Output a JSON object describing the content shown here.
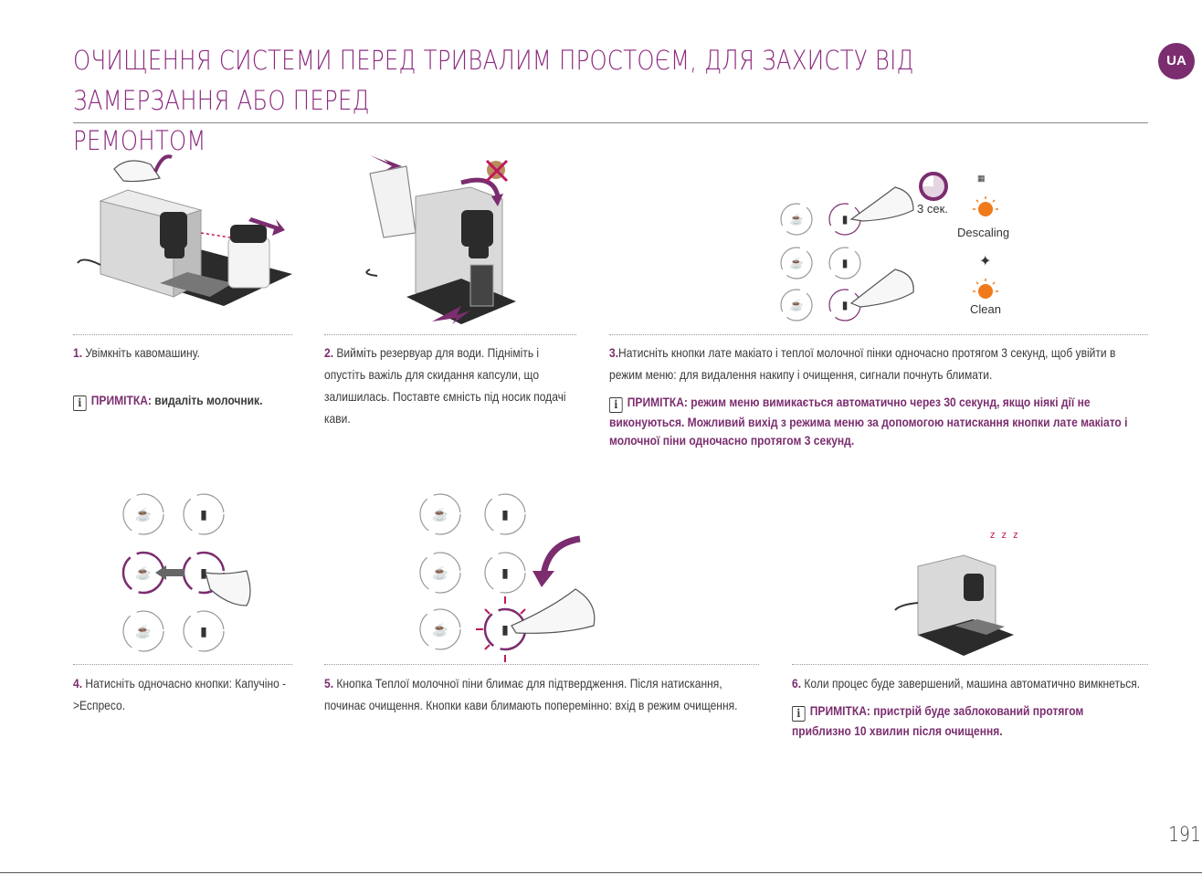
{
  "header": {
    "title_line1": "ОЧИЩЕННЯ СИСТЕМИ ПЕРЕД ТРИВАЛИМ ПРОСТОЄМ, ДЛЯ ЗАХИСТУ ВІД ЗАМЕРЗАННЯ АБО ПЕРЕД",
    "title_line2": "РЕМОНТОМ",
    "lang_badge": "UA"
  },
  "steps": [
    {
      "num": "1.",
      "text": "Увімкніть кавомашину."
    },
    {
      "num": "2.",
      "text": "Вийміть резервуар для води. Підніміть і опустіть важіль для скидання капсули, що залишилась. Поставте ємність під носик подачі кави."
    },
    {
      "num": "3.",
      "text": "Натисніть кнопки лате макіато і теплої молочної пінки одночасно протягом 3 секунд, щоб увійти в режим меню: для видалення накипу і очищення, сигнали почнуть блимати."
    },
    {
      "num": "4.",
      "text": "Натисніть одночасно кнопки: Капучіно ->Еспресо."
    },
    {
      "num": "5.",
      "text": "Кнопка Теплої молочної піни блимає для підтвердження. Після натискання, починає очищення. Кнопки кави блимають поперемінно: вхід в режим очищення."
    },
    {
      "num": "6.",
      "text": "Коли процес буде завершений, машина автоматично вимкнеться."
    }
  ],
  "notes": {
    "label": "ПРИМІТКА:",
    "step1": "видаліть молочник.",
    "step3": "режим меню вимикається автоматично через 30 секунд, якщо ніякі дії не виконуються. Можливий вихід з режима меню за допомогою натискання кнопки лате макіато і молочної піни одночасно протягом 3 секунд.",
    "step6": "пристрій буде заблокований протягом приблизно 10 хвилин після очищення."
  },
  "figure3": {
    "timer_label": "3 сек.",
    "descaling_label": "Descaling",
    "clean_label": "Clean"
  },
  "figure6": {
    "sleep_label": "z z z"
  },
  "colors": {
    "accent": "#7b2d6f",
    "title": "#8c2a7f",
    "orange": "#f07a1a",
    "arrow": "#7b2d6f"
  },
  "footer": {
    "page_number": "191"
  }
}
